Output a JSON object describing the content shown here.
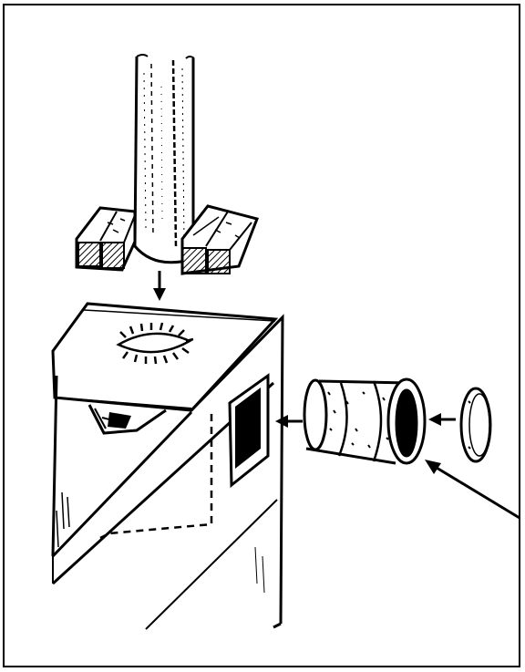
{
  "figure": {
    "kind": "line-drawing",
    "colors": {
      "ink": "#000000",
      "paper": "#ffffff"
    },
    "parts": [
      "vertical-pipe",
      "wooden-blocks",
      "downward-arrow",
      "box-with-lid",
      "lid-hole",
      "side-opening",
      "drum",
      "drum-cap",
      "pointer-arrow"
    ]
  }
}
